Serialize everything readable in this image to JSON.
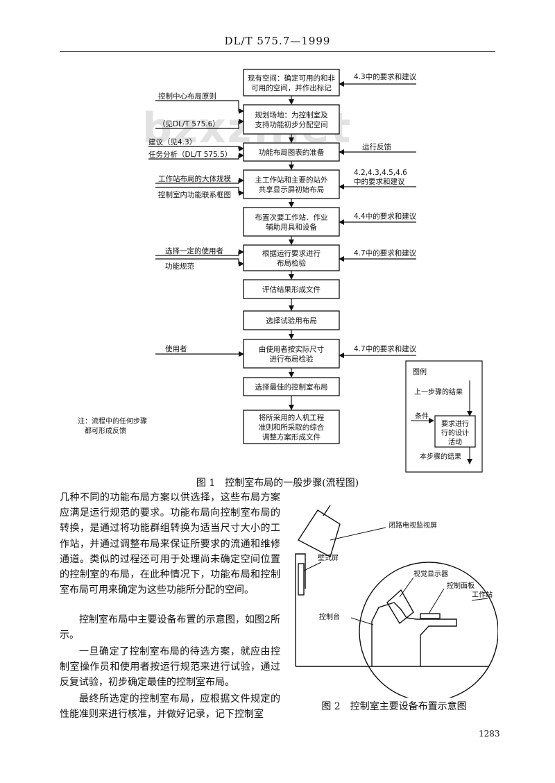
{
  "header": {
    "std": "DL/T 575.7—1999"
  },
  "watermark": "bzxz.net",
  "flowchart": {
    "boxes": [
      [
        "现有空间：确定可用的和非",
        "可用的空间，并作出标记"
      ],
      [
        "规划场地：为控制室及",
        "支持功能初步分配空间"
      ],
      [
        "功能布局图表的准备"
      ],
      [
        "主工作站和主要的站外",
        "共享显示屏初始布局"
      ],
      [
        "布置次要工作站、作业",
        "辅助用具和设备"
      ],
      [
        "根据运行要求进行",
        "布局检验"
      ],
      [
        "评估结果形成文件"
      ],
      [
        "选择试验用布局"
      ],
      [
        "由使用者按实际尺寸",
        "进行布局检验"
      ],
      [
        "选择最佳的控制室布局"
      ],
      [
        "将所采用的人机工程",
        "准则和所采取的综合",
        "调整方案形成文件"
      ]
    ],
    "left_inputs": {
      "principle": "控制中心布局原则",
      "see_575_6": "（见DL/T 575.6）",
      "suggest_4_3": "建议（见4.3）",
      "task_analysis": "任务分析（DL/T 575.5）",
      "ws_scale": "工作站布局的大体规模",
      "func_diagram": "控制室内功能联系框图",
      "select_users": "选择一定的使用者",
      "func_spec": "功能规范",
      "users": "使用者"
    },
    "right_inputs": {
      "r1": "4.3中的要求和建议",
      "r3": "运行反馈",
      "r4a": "4.2,4.3,4.5,4.6",
      "r4b": "中的要求和建议",
      "r5": "4.4中的要求和建议",
      "r6": "4.7中的要求和建议",
      "r9": "4.7中的要求和建议"
    },
    "note": [
      "注：流程中的任何步骤",
      "都可形成反馈"
    ],
    "legend": {
      "title": "图例",
      "prev": "上一步骤的结果",
      "cond": "条件",
      "box": [
        "要求进行",
        "行的设计",
        "活动"
      ],
      "result": "本步骤的结果"
    }
  },
  "fig1_caption": "图 1　控制室布局的一般步骤(流程图)",
  "body": {
    "p1": "几种不同的功能布局方案以供选择，这些布局方案应满足运行规范的要求。功能布局向控制室布局的转换，是通过将功能群组转换为适当尺寸大小的工作站，并通过调整布局来保证所要求的流通和维修通道。类似的过程还可用于处理尚未确定空间位置的控制室的布局，在此种情况下，功能布局和控制室布局可用来确定为这些功能所分配的空间。",
    "p2": "控制室布局中主要设备布置的示意图，如图2所示。",
    "p3": "一旦确定了控制室布局的待选方案，就应由控制室操作员和使用者按运行规范来进行试验，通过反复试验，初步确定最佳的控制室布局。",
    "p4": "最终所选定的控制室布局，应根据文件规定的性能准则来进行核准，并做好记录，记下控制室"
  },
  "fig2": {
    "cctv": "闭路电视监视屏",
    "wall": "壁式屏",
    "vdu": "视觉显示器",
    "panel": "控制面板",
    "desk": "控制台",
    "ws": "工作站",
    "caption": "图 2　控制室主要设备布置示意图"
  },
  "page_number": "1283"
}
